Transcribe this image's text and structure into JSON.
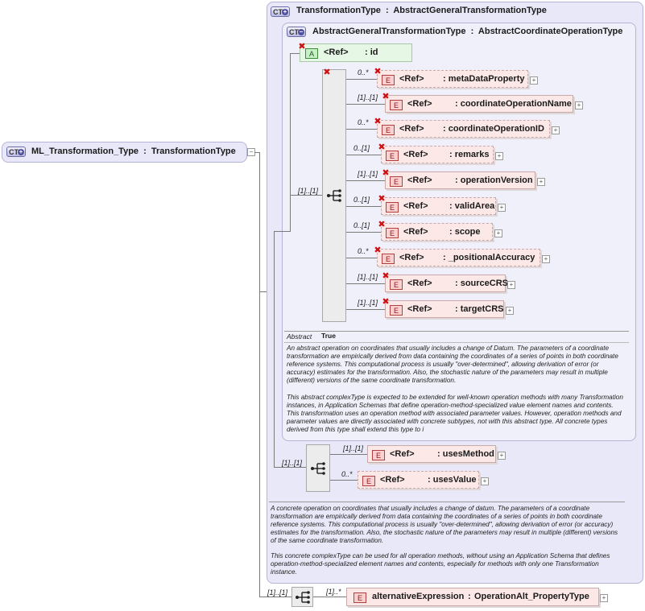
{
  "root": {
    "badge": "CT",
    "name": "ML_Transformation_Type",
    "sep": ":",
    "type": "TransformationType"
  },
  "outer": {
    "badge": "CT",
    "name": "TransformationType",
    "sep": ":",
    "base": "AbstractGeneralTransformationType"
  },
  "inner": {
    "badge": "CT",
    "name": "AbstractGeneralTransformationType",
    "sep": ":",
    "base": "AbstractCoordinateOperationType"
  },
  "attribute": {
    "badge": "A",
    "ref": "<Ref>",
    "name": ": id"
  },
  "sequence": {
    "card": "[1]..[1]"
  },
  "elements": [
    {
      "card": "0..*",
      "badge": "E",
      "ref": "<Ref>",
      "name": ": metaDataProperty"
    },
    {
      "card": "[1]..[1]",
      "badge": "E",
      "ref": "<Ref>",
      "name": ": coordinateOperationName"
    },
    {
      "card": "0..*",
      "badge": "E",
      "ref": "<Ref>",
      "name": ": coordinateOperationID"
    },
    {
      "card": "0..[1]",
      "badge": "E",
      "ref": "<Ref>",
      "name": ": remarks"
    },
    {
      "card": "[1]..[1]",
      "badge": "E",
      "ref": "<Ref>",
      "name": ": operationVersion"
    },
    {
      "card": "0..[1]",
      "badge": "E",
      "ref": "<Ref>",
      "name": ": validArea"
    },
    {
      "card": "0..[1]",
      "badge": "E",
      "ref": "<Ref>",
      "name": ": scope"
    },
    {
      "card": "0..*",
      "badge": "E",
      "ref": "<Ref>",
      "name": ": _positionalAccuracy"
    },
    {
      "card": "[1]..[1]",
      "badge": "E",
      "ref": "<Ref>",
      "name": ": sourceCRS"
    },
    {
      "card": "[1]..[1]",
      "badge": "E",
      "ref": "<Ref>",
      "name": ": targetCRS"
    }
  ],
  "inner_doc": {
    "abstract_label": "Abstract",
    "abstract_value": "True",
    "para1": "An abstract operation on coordinates that usually includes a change of Datum. The parameters of a coordinate transformation are empirically derived from data containing the coordinates of a series of points in both coordinate reference systems. This computational process is usually \"over-determined\", allowing derivation of error (or accuracy) estimates for the transformation. Also, the stochastic nature of the parameters may result in multiple (different) versions of the same coordinate transformation.",
    "para2": "This abstract complexType is expected to be extended for well-known operation methods with many Transformation instances, in Application Schemas that define operation-method-specialized value element names and contents. This transformation uses an operation method with associated parameter values. However, operation methods and parameter values are directly associated with concrete subtypes, not with this abstract type. All concrete types derived from this type shall extend this type to i"
  },
  "outer_sequence": {
    "card": "[1]..[1]"
  },
  "outer_elements": [
    {
      "card": "[1]..[1]",
      "badge": "E",
      "ref": "<Ref>",
      "name": ": usesMethod"
    },
    {
      "card": "0..*",
      "badge": "E",
      "ref": "<Ref>",
      "name": ": usesValue"
    }
  ],
  "outer_doc": {
    "para1": "A concrete operation on coordinates that usually includes a change of datum. The parameters of a coordinate transformation are empirically derived from data containing the coordinates of a series of points in both coordinate reference systems. This computational process is usually \"over-determined\", allowing derivation of error (or accuracy) estimates for the transformation. Also, the stochastic nature of the parameters may result in multiple (different) versions of the same coordinate transformation.",
    "para2": "This concrete complexType can be used for all operation methods, without using an Application Schema that defines operation-method-specialized element names and contents, especially for methods with only one Transformation instance."
  },
  "bottom_sequence": {
    "card": "[1]..[1]"
  },
  "bottom_element": {
    "card": "[1]..*",
    "badge": "E",
    "name": "alternativeExpression",
    "sep": ":",
    "type": "OperationAlt_PropertyType"
  },
  "icons": [
    "complex-type-icon",
    "element-icon",
    "attribute-icon",
    "sequence-icon",
    "expand-icon",
    "collapse-icon",
    "prohibited-icon"
  ]
}
